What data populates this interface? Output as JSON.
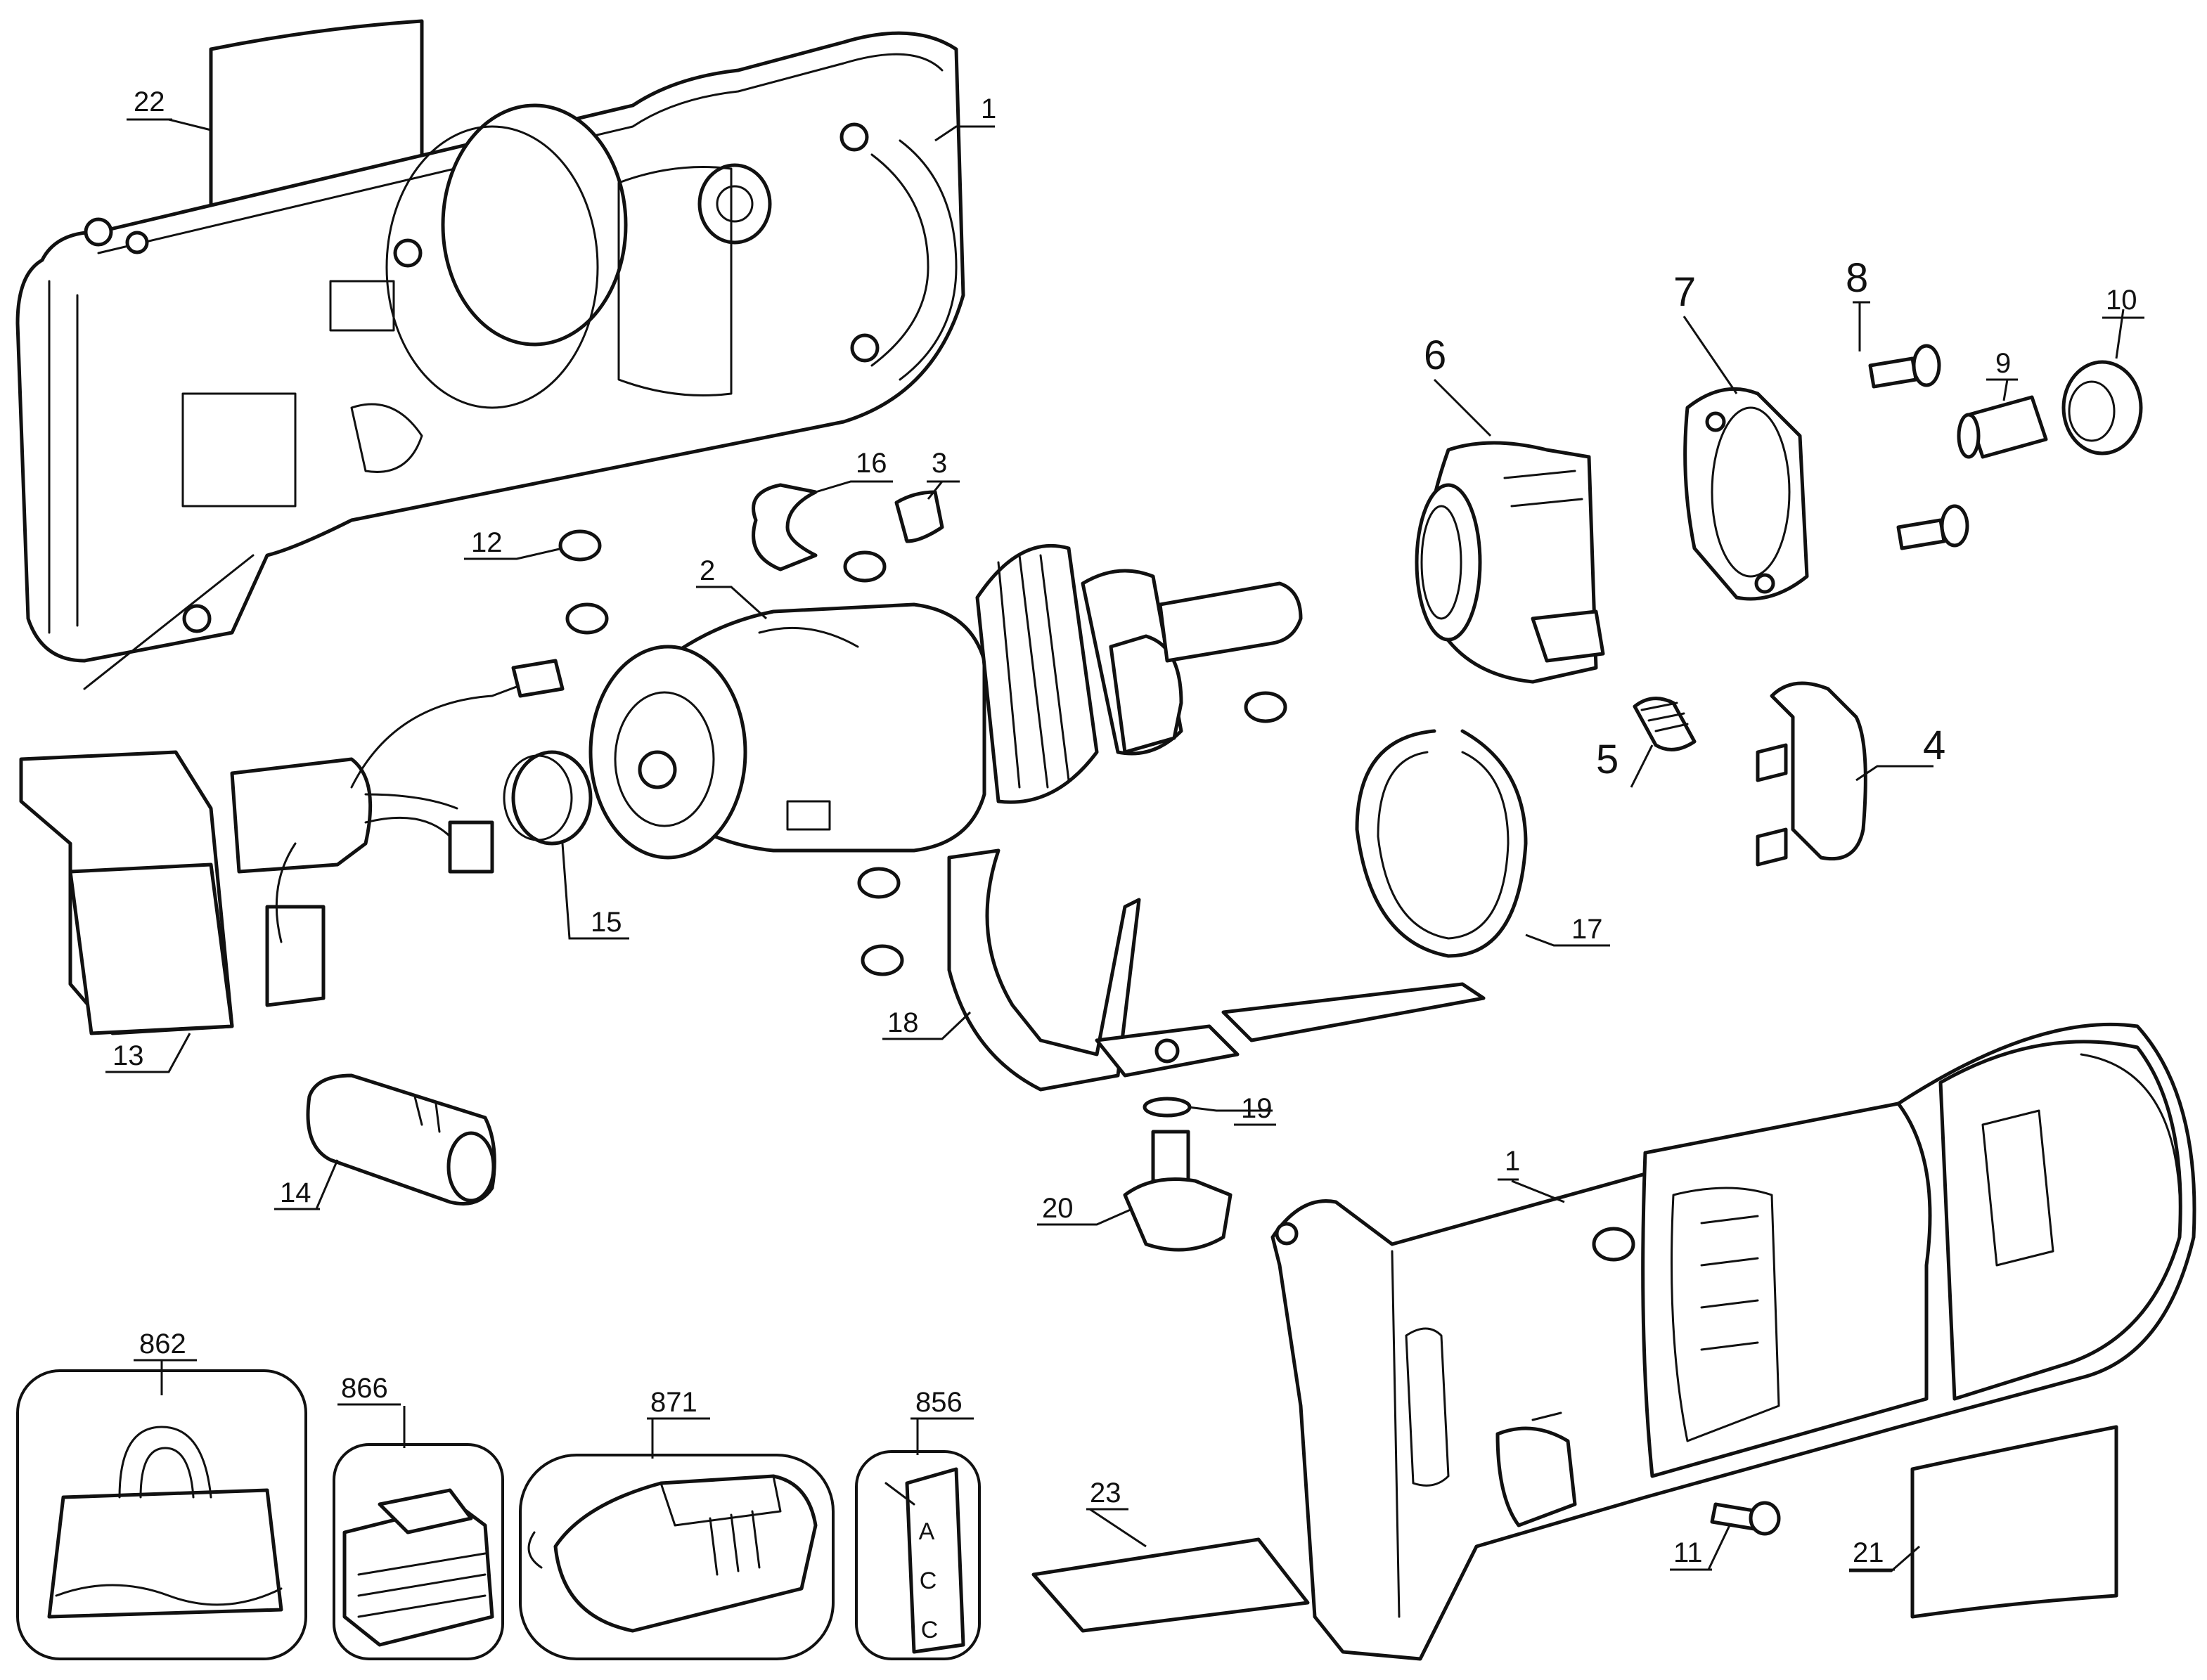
{
  "callouts": {
    "c22": "22",
    "c1_top": "1",
    "c16": "16",
    "c3": "3",
    "c12": "12",
    "c2": "2",
    "c6": "6",
    "c7": "7",
    "c8": "8",
    "c9": "9",
    "c10": "10",
    "c5": "5",
    "c4": "4",
    "c15": "15",
    "c13": "13",
    "c17": "17",
    "c18": "18",
    "c19": "19",
    "c14": "14",
    "c20": "20",
    "c1_bottom": "1",
    "c862": "862",
    "c866": "866",
    "c871": "871",
    "c856": "856",
    "c23": "23",
    "c11": "11",
    "c21": "21"
  },
  "acc_label": [
    "A",
    "C",
    "C"
  ]
}
